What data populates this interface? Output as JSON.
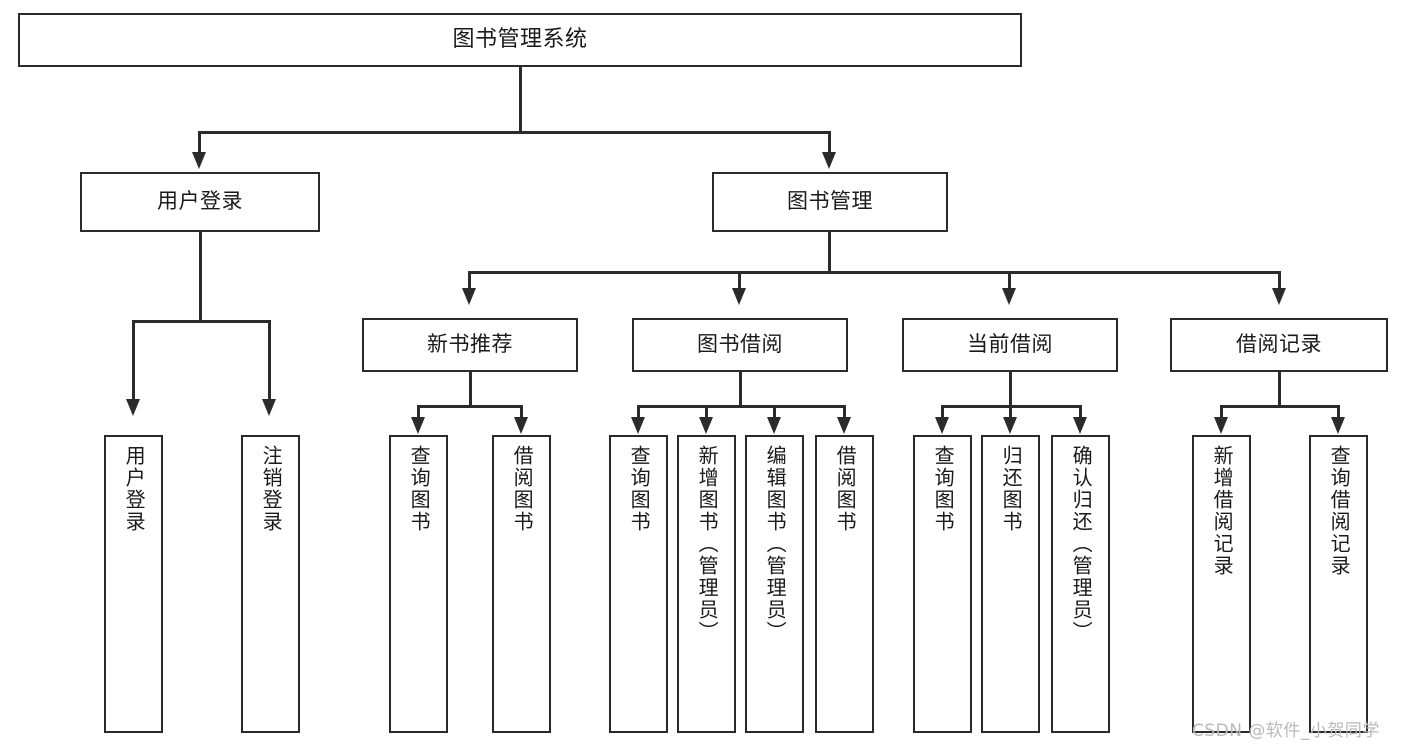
{
  "diagram": {
    "title_box": {
      "label": "图书管理系统"
    },
    "level1": [
      {
        "id": "user-login",
        "label": "用户登录"
      },
      {
        "id": "book-management",
        "label": "图书管理"
      }
    ],
    "level2": [
      {
        "id": "new-book-recommend",
        "label": "新书推荐",
        "parent": "book-management"
      },
      {
        "id": "book-borrow",
        "label": "图书借阅",
        "parent": "book-management"
      },
      {
        "id": "current-borrow",
        "label": "当前借阅",
        "parent": "book-management"
      },
      {
        "id": "borrow-record",
        "label": "借阅记录",
        "parent": "book-management"
      }
    ],
    "leaves": {
      "user-login": [
        {
          "id": "leaf-user-login",
          "label": "用户登录"
        },
        {
          "id": "leaf-logout-login",
          "label": "注销登录"
        }
      ],
      "new-book-recommend": [
        {
          "id": "leaf-query-book-1",
          "label": "查询图书"
        },
        {
          "id": "leaf-borrow-book-1",
          "label": "借阅图书"
        }
      ],
      "book-borrow": [
        {
          "id": "leaf-query-book-2",
          "label": "查询图书"
        },
        {
          "id": "leaf-add-book-admin",
          "label": "新增图书（管理员）"
        },
        {
          "id": "leaf-edit-book-admin",
          "label": "编辑图书（管理员）"
        },
        {
          "id": "leaf-borrow-book-2",
          "label": "借阅图书"
        }
      ],
      "current-borrow": [
        {
          "id": "leaf-query-book-3",
          "label": "查询图书"
        },
        {
          "id": "leaf-return-book",
          "label": "归还图书"
        },
        {
          "id": "leaf-confirm-return-admin",
          "label": "确认归还（管理员）"
        }
      ],
      "borrow-record": [
        {
          "id": "leaf-add-borrow-record",
          "label": "新增借阅记录"
        },
        {
          "id": "leaf-query-borrow-record",
          "label": "查询借阅记录"
        }
      ]
    }
  },
  "watermark": {
    "text": "CSDN @软件_小贺同学"
  },
  "colors": {
    "box_border": "#2b2b2b",
    "box_fill": "#ffffff",
    "text": "#1a1a1a",
    "connector": "#2b2b2b",
    "watermark": "#b9b9b9",
    "background": "#ffffff"
  }
}
